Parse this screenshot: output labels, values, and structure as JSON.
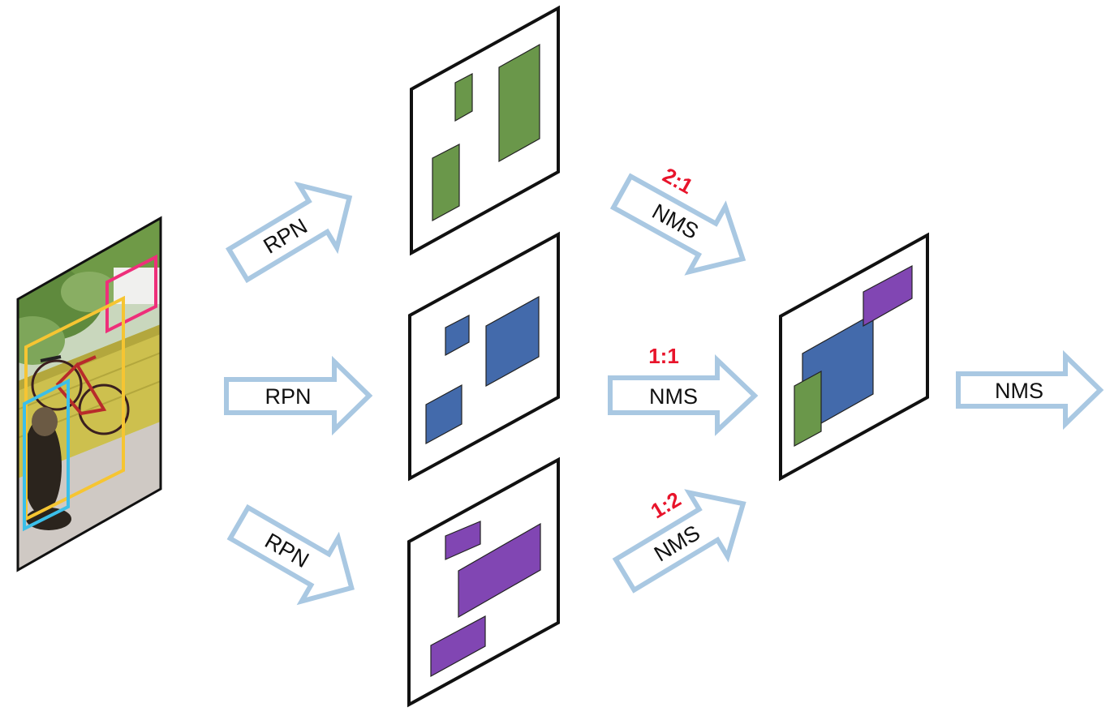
{
  "colors": {
    "arrow": "#a9c8e2",
    "green": "#6a974a",
    "blue": "#436aab",
    "purple": "#8146b3",
    "ratio_text": "#e8142b",
    "box_pink": "#ee2f7a",
    "box_yellow": "#f6c532",
    "box_cyan": "#3bbfe9"
  },
  "arrows": {
    "rpn_top": "RPN",
    "rpn_mid": "RPN",
    "rpn_bot": "RPN",
    "nms_top": "NMS",
    "nms_mid": "NMS",
    "nms_bot": "NMS",
    "nms_final": "NMS"
  },
  "ratios": {
    "top": "2:1",
    "mid": "1:1",
    "bot": "1:2"
  }
}
